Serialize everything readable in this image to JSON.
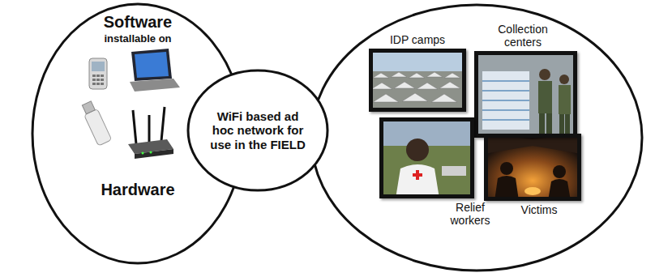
{
  "diagram": {
    "nodes": [
      {
        "text": [
          "Software",
          "installable on",
          "Hardware"
        ]
      },
      {
        "text": [
          "WiFi based ad hoc network for use in the FIELD"
        ]
      },
      {
        "text": [
          "IDP camps"
        ]
      },
      {
        "text": [
          "Collection centers"
        ]
      },
      {
        "text": [
          "Relief workers"
        ]
      },
      {
        "text": [
          "Victims"
        ]
      }
    ]
  }
}
